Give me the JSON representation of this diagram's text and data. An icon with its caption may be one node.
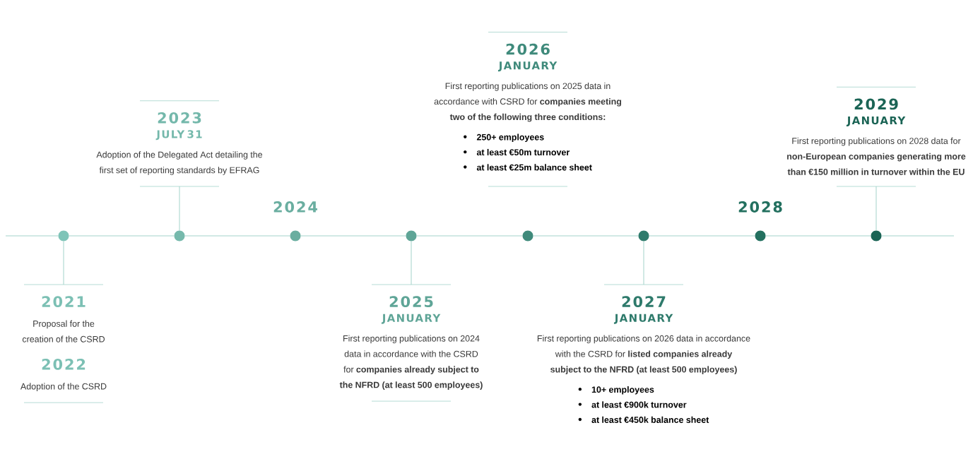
{
  "diagram": {
    "nodes": [
      {
        "text": [
          "2021",
          "Proposal for the creation of the CSRD",
          "2022",
          "Adoption of the CSRD"
        ]
      },
      {
        "text": [
          "2023",
          "JULY 31",
          "Adoption of the Delegated Act detailing the first set of reporting standards by EFRAG"
        ]
      },
      {
        "text": [
          "2025",
          "JANUARY",
          "First reporting publications on 2024 data in accordance with the CSRD for **companies already subject to the NFRD (at least 500 employees)**"
        ]
      },
      {
        "text": [
          "2026",
          "JANUARY",
          "First reporting publications on 2025 data in accordance with CSRD for **companies meeting two of the following three conditions:**",
          "250+ employees",
          "at least €50m turnover",
          "at least €25m balance sheet"
        ]
      },
      {
        "text": [
          "2027",
          "JANUARY",
          "First reporting publications on 2026 data in accordance with the CSRD for **listed companies already subject to the NFRD (at least 500 employees)**",
          "10+ employees",
          "at least €900k turnover",
          "at least €450k balance sheet"
        ]
      },
      {
        "text": [
          "2029",
          "JANUARY",
          "First reporting publications on 2028 data for **non-European companies generating more than €150 million in turnover within the EU**"
        ]
      },
      {
        "text": [],
        "shape": "circle"
      },
      {
        "text": [],
        "shape": "circle"
      },
      {
        "text": [],
        "shape": "circle"
      },
      {
        "text": [],
        "shape": "circle"
      },
      {
        "text": [],
        "shape": "circle"
      },
      {
        "text": [],
        "shape": "circle"
      },
      {
        "text": [],
        "shape": "circle"
      },
      {
        "text": [],
        "shape": "circle"
      }
    ],
    "edges": [
      {
        "from": 0,
        "to": 6,
        "arrow": "none"
      },
      {
        "from": 1,
        "to": 7,
        "arrow": "none"
      },
      {
        "from": 2,
        "to": 9,
        "arrow": "none"
      },
      {
        "from": 4,
        "to": 11,
        "arrow": "none"
      },
      {
        "from": 5,
        "to": 13,
        "arrow": "none"
      },
      {
        "from": 6,
        "to": 7,
        "arrow": "none"
      },
      {
        "from": 7,
        "to": 8,
        "arrow": "none"
      },
      {
        "from": 8,
        "to": 9,
        "arrow": "none"
      },
      {
        "from": 9,
        "to": 10,
        "arrow": "none"
      },
      {
        "from": 10,
        "to": 11,
        "arrow": "none"
      },
      {
        "from": 11,
        "to": 12,
        "arrow": "none"
      },
      {
        "from": 12,
        "to": 13,
        "arrow": "none"
      }
    ],
    "labels": [
      "2024",
      "2028"
    ]
  }
}
